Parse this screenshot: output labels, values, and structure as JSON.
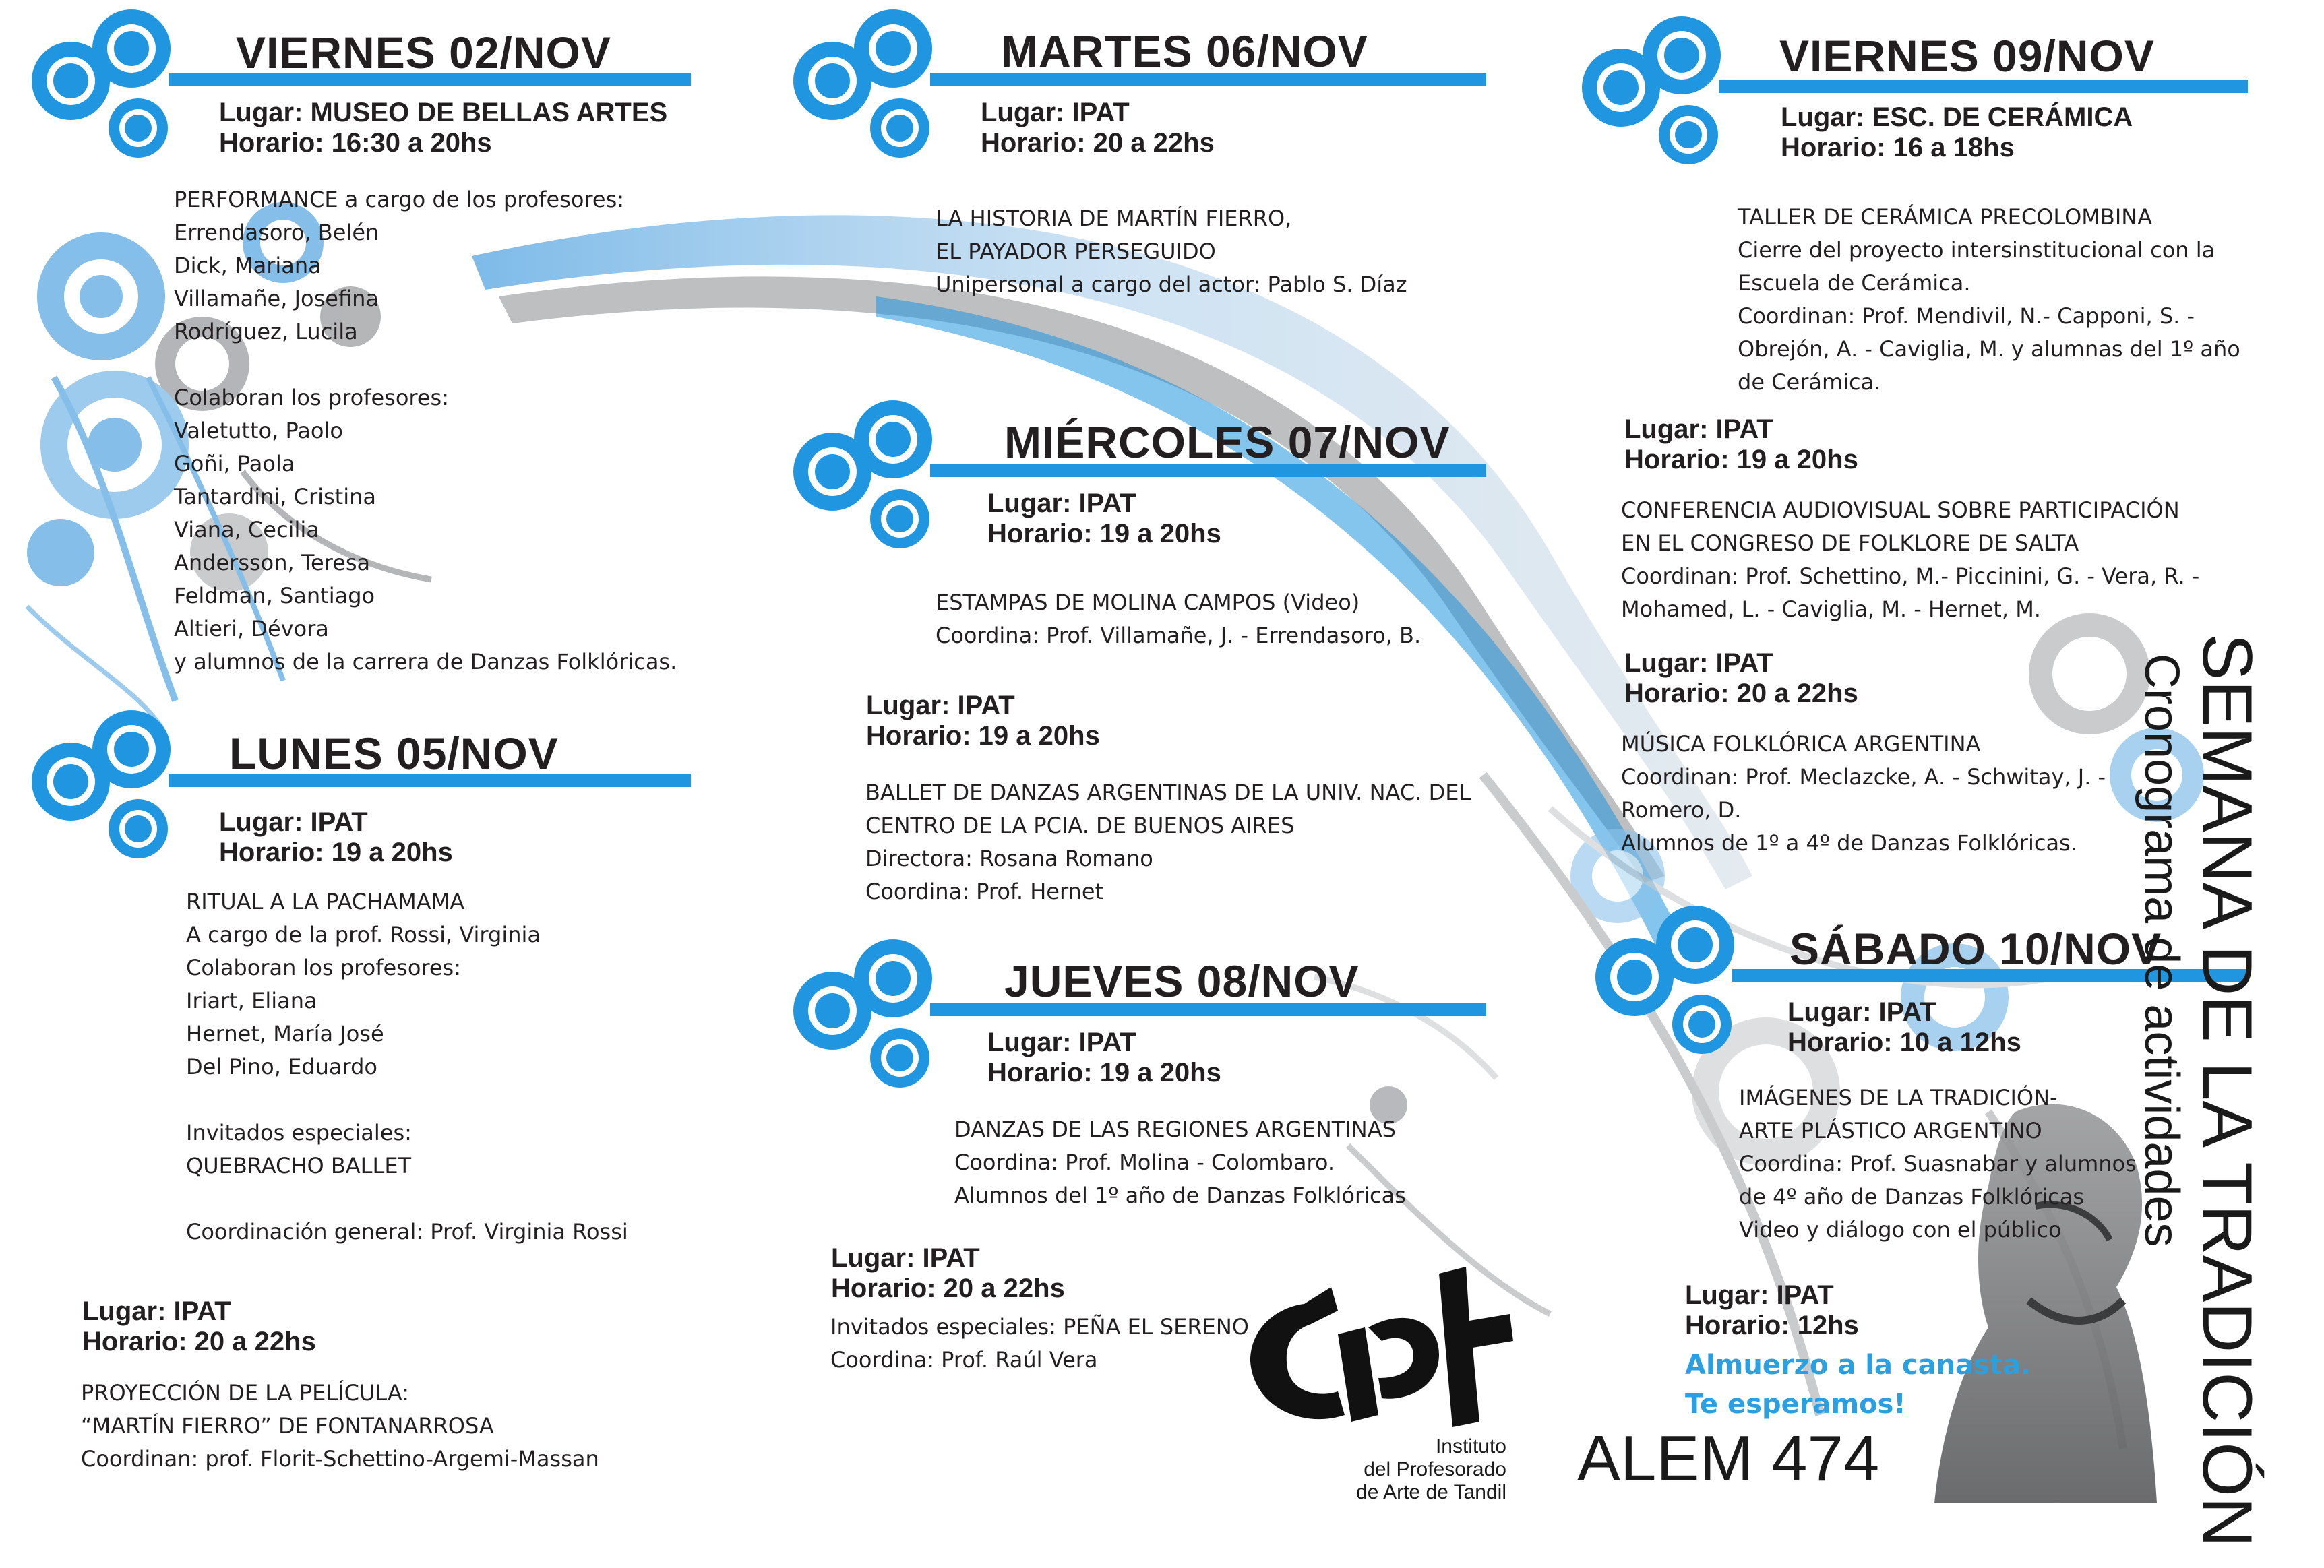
{
  "days": [
    {
      "title": "VIERNES 02/NOV",
      "sessions": [
        {
          "lugar": "Lugar: MUSEO DE BELLAS ARTES",
          "horario": "Horario: 16:30 a 20hs",
          "lines": [
            "PERFORMANCE a cargo de los profesores:",
            "Errendasoro, Belén",
            "Dick, Mariana",
            "Villamañe, Josefina",
            "Rodríguez, Lucila",
            "",
            "Colaboran los profesores:",
            "Valetutto, Paolo",
            "Goñi, Paola",
            "Tantardini, Cristina",
            "Viana, Cecilia",
            "Andersson, Teresa",
            "Feldman, Santiago",
            "Altieri, Dévora",
            "y alumnos de la carrera de Danzas Folklóricas."
          ]
        }
      ]
    },
    {
      "title": "LUNES 05/NOV",
      "sessions": [
        {
          "lugar": "Lugar: IPAT",
          "horario": "Horario: 19 a 20hs",
          "lines": [
            "RITUAL A LA PACHAMAMA",
            "A cargo de la prof. Rossi, Virginia",
            "Colaboran los profesores:",
            "Iriart, Eliana",
            "Hernet, María José",
            "Del Pino, Eduardo",
            "",
            "Invitados especiales:",
            "QUEBRACHO BALLET",
            "",
            "Coordinación general: Prof. Virginia Rossi"
          ]
        },
        {
          "lugar": "Lugar: IPAT",
          "horario": "Horario: 20 a 22hs",
          "lines": [
            "PROYECCIÓN DE LA PELÍCULA:",
            "“MARTÍN FIERRO” DE FONTANARROSA",
            "Coordinan: prof. Florit-Schettino-Argemi-Massan"
          ]
        }
      ]
    },
    {
      "title": "MARTES 06/NOV",
      "sessions": [
        {
          "lugar": "Lugar: IPAT",
          "horario": "Horario: 20 a 22hs",
          "lines": [
            "LA HISTORIA DE MARTÍN FIERRO,",
            "EL PAYADOR PERSEGUIDO",
            "Unipersonal a cargo del actor: Pablo S. Díaz"
          ]
        }
      ]
    },
    {
      "title": "MIÉRCOLES 07/NOV",
      "sessions": [
        {
          "lugar": "Lugar: IPAT",
          "horario": "Horario: 19 a 20hs",
          "lines": [
            "ESTAMPAS DE MOLINA CAMPOS (Video)",
            "Coordina: Prof. Villamañe, J. - Errendasoro, B."
          ]
        },
        {
          "lugar": "Lugar: IPAT",
          "horario": "Horario: 19 a 20hs",
          "lines": [
            "BALLET DE DANZAS ARGENTINAS DE LA UNIV. NAC. DEL",
            "CENTRO DE LA PCIA. DE BUENOS AIRES",
            "Directora: Rosana Romano",
            "Coordina: Prof. Hernet"
          ]
        }
      ]
    },
    {
      "title": "JUEVES 08/NOV",
      "sessions": [
        {
          "lugar": "Lugar: IPAT",
          "horario": "Horario: 19 a 20hs",
          "lines": [
            "DANZAS DE LAS REGIONES ARGENTINAS",
            "Coordina: Prof. Molina - Colombaro.",
            "Alumnos del 1º año de Danzas Folklóricas"
          ]
        },
        {
          "lugar": "Lugar: IPAT",
          "horario": "Horario: 20 a 22hs",
          "lines": [
            "Invitados especiales: PEÑA EL SERENO",
            "Coordina: Prof. Raúl Vera"
          ]
        }
      ]
    },
    {
      "title": "VIERNES 09/NOV",
      "sessions": [
        {
          "lugar": "Lugar: ESC. DE CERÁMICA",
          "horario": "Horario: 16 a 18hs",
          "lines": [
            "TALLER DE CERÁMICA PRECOLOMBINA",
            "Cierre del proyecto intersinstitucional con la",
            "Escuela de Cerámica.",
            "Coordinan: Prof. Mendivil, N.- Capponi, S. -",
            "Obrejón, A. - Caviglia, M. y alumnas del 1º año",
            "de Cerámica."
          ]
        },
        {
          "lugar": "Lugar: IPAT",
          "horario": "Horario: 19 a 20hs",
          "lines": [
            "CONFERENCIA AUDIOVISUAL SOBRE PARTICIPACIÓN",
            "EN EL CONGRESO DE FOLKLORE DE SALTA",
            "Coordinan: Prof. Schettino, M.- Piccinini, G. - Vera, R. -",
            "Mohamed, L. - Caviglia, M. - Hernet, M."
          ]
        },
        {
          "lugar": "Lugar: IPAT",
          "horario": "Horario: 20 a 22hs",
          "lines": [
            "MÚSICA FOLKLÓRICA ARGENTINA",
            "Coordinan: Prof. Meclazcke, A. - Schwitay, J. -",
            "Romero, D.",
            "Alumnos de 1º a 4º de Danzas Folklóricas."
          ]
        }
      ]
    },
    {
      "title": "SÁBADO 10/NOV",
      "sessions": [
        {
          "lugar": "Lugar: IPAT",
          "horario": "Horario: 10 a 12hs",
          "lines": [
            "IMÁGENES DE LA TRADICIÓN-",
            "ARTE PLÁSTICO ARGENTINO",
            "Coordina: Prof. Suasnabar y alumnos",
            "de 4º año de Danzas Folklóricas",
            "Video y diálogo con el público"
          ]
        },
        {
          "lugar": "Lugar: IPAT",
          "horario": "Horario: 12hs",
          "lines": []
        }
      ]
    }
  ],
  "promo": {
    "line1": "Almuerzo a la canasta.",
    "line2": "Te esperamos!"
  },
  "address": "ALEM 474",
  "institute": {
    "line1": "Instituto",
    "line2": "del Profesorado",
    "line3": "de Arte de Tandil"
  },
  "side_title": {
    "main": "SEMANA DE LA TRADICIÓN",
    "sub": "Cronograma de actividades"
  },
  "colors": {
    "accent_blue": "#1f96df",
    "light_blue": "#6fb3e6",
    "grey_decor": "#a7a9ac",
    "text": "#231f20",
    "promo_blue": "#2aa0e3"
  }
}
